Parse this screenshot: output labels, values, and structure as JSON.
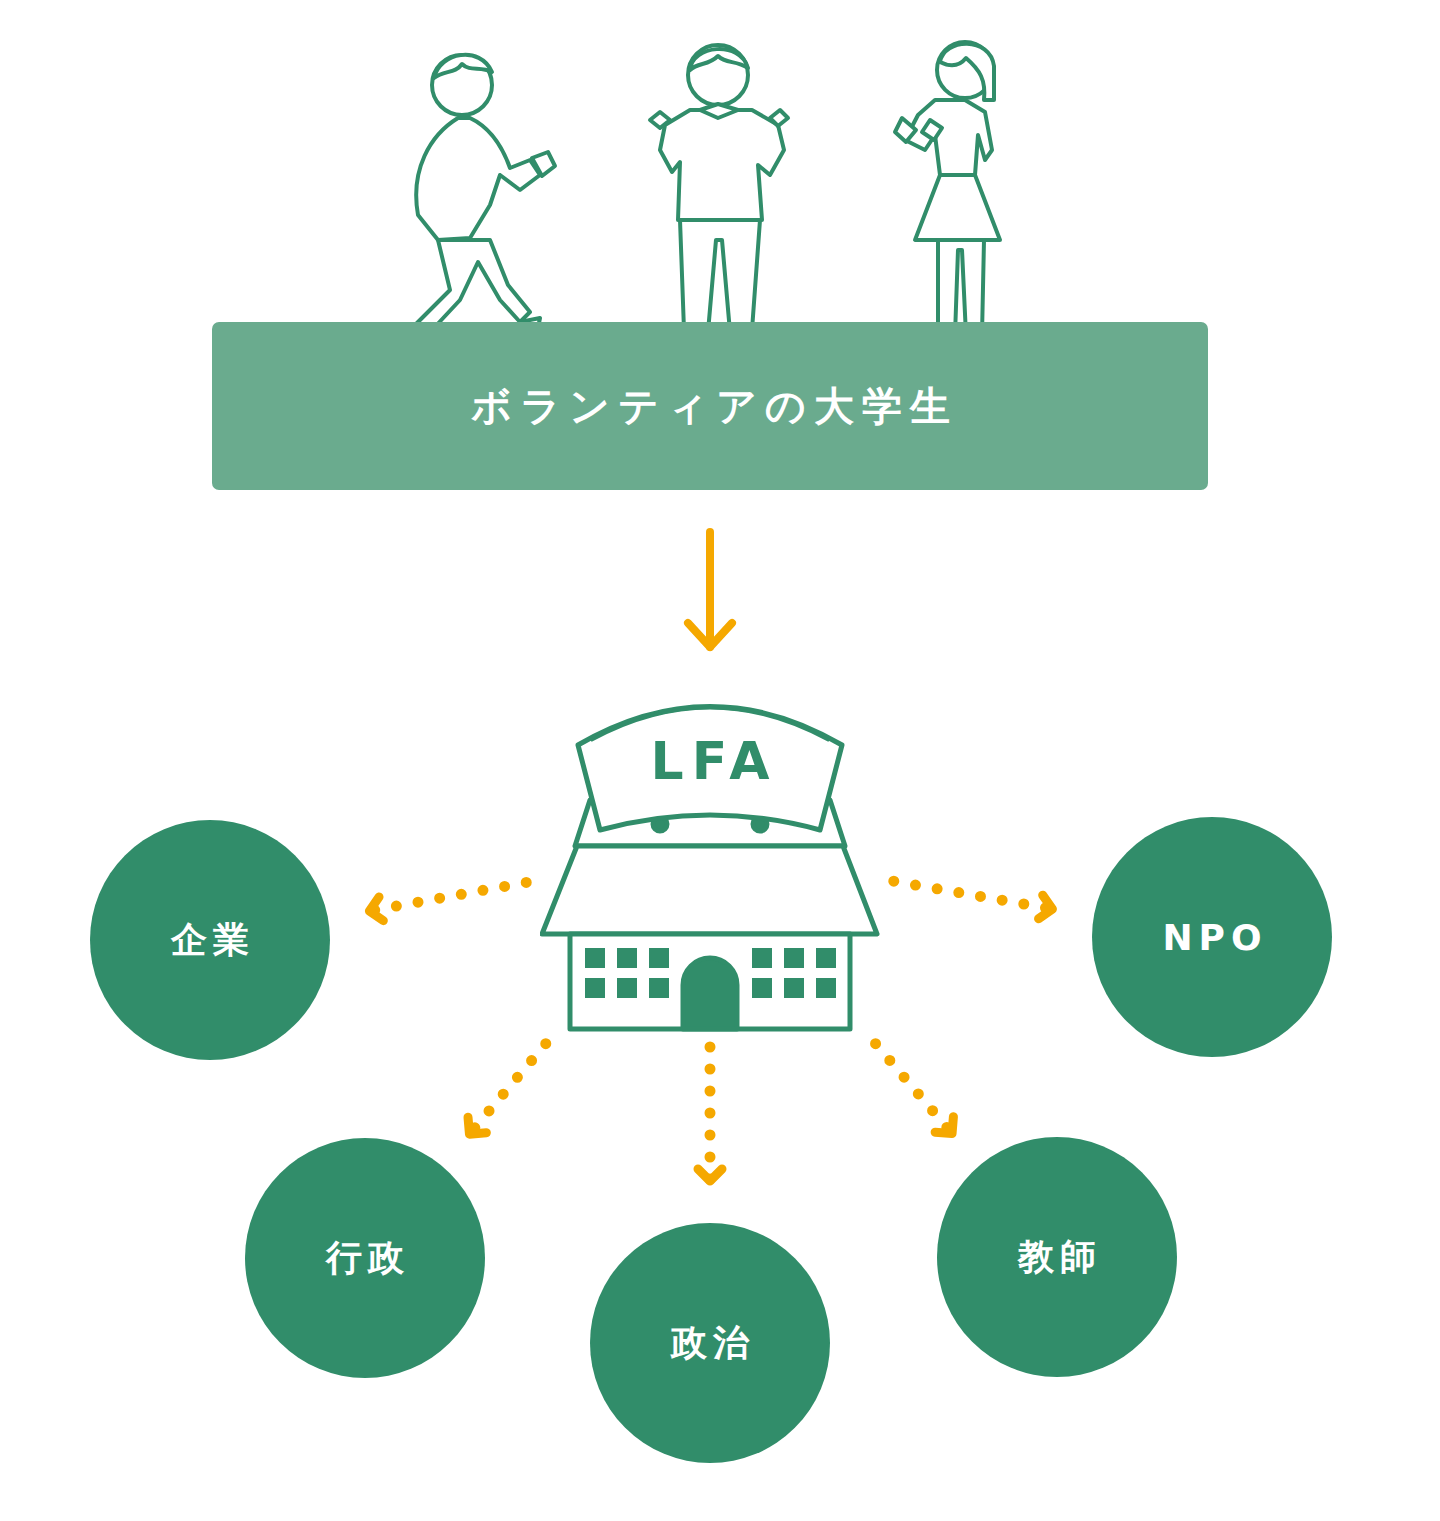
{
  "diagram": {
    "nodes": [
      {
        "text": [
          "ボランティアの大学生"
        ]
      },
      {
        "text": [
          "LFA"
        ]
      },
      {
        "text": [
          "企業"
        ]
      },
      {
        "text": [
          "NPO"
        ]
      },
      {
        "text": [
          "行政"
        ]
      },
      {
        "text": [
          "政治"
        ]
      },
      {
        "text": [
          "教師"
        ]
      }
    ],
    "edges": [
      {
        "from": 0,
        "to": 1,
        "arrow": "to"
      },
      {
        "from": 1,
        "to": 2,
        "arrow": "to"
      },
      {
        "from": 1,
        "to": 3,
        "arrow": "to"
      },
      {
        "from": 1,
        "to": 4,
        "arrow": "to"
      },
      {
        "from": 1,
        "to": 5,
        "arrow": "to"
      },
      {
        "from": 1,
        "to": 6,
        "arrow": "to"
      }
    ]
  }
}
